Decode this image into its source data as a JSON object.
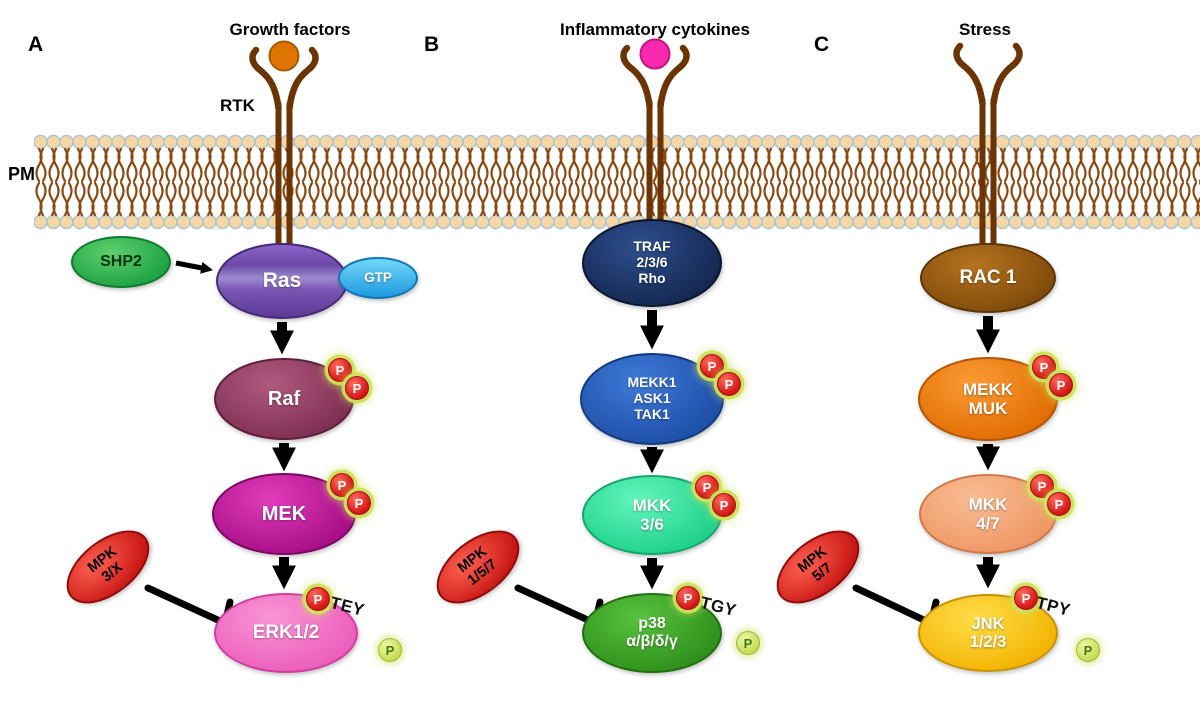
{
  "membrane_label": "PM",
  "p": "P",
  "icons": {
    "ligand_a": "orange-circle",
    "ligand_b": "pink-circle",
    "phosphate": "red-circle-P",
    "receptor": "y-shaped-receptor"
  },
  "colors": {
    "membrane_head": "#F6D7A4",
    "membrane_tail": "#8A4A12",
    "receptor": "#6D3403",
    "phosphate": "#D41515",
    "phosphate_glow": "#CDE05A",
    "inhibitor_red": "#C61310",
    "ras_purple": "#7A57B5",
    "gtp_blue": "#1E9ADE",
    "raf_maroon": "#7E2F52",
    "mek_magenta": "#A50D85",
    "erk_pink": "#EC5CBA",
    "traf_navy": "#13264E",
    "mekk1_blue": "#1C4DA5",
    "mkk36_green": "#1DD089",
    "p38_green": "#2E8F1A",
    "rac_brown": "#7E4A0A",
    "mekkmuk_orange": "#E06C00",
    "mkk47_salmon": "#EE9663",
    "jnk_yellow": "#F2B300",
    "shp2_green": "#1EA344"
  },
  "panels": [
    {
      "label": "A",
      "stimulus": "Growth factors",
      "receptor_label": "RTK",
      "shp2": "SHP2",
      "ras": "Ras",
      "gtp": "GTP",
      "map3k": [
        "Raf"
      ],
      "map2k": [
        "MEK"
      ],
      "mapk": [
        "ERK1/2"
      ],
      "motif": "TEY",
      "mpk": [
        "MPK",
        "3/X"
      ]
    },
    {
      "label": "B",
      "stimulus": "Inflammatory cytokines",
      "adapter": [
        "TRAF",
        "2/3/6",
        "Rho"
      ],
      "map3k": [
        "MEKK1",
        "ASK1",
        "TAK1"
      ],
      "map2k": [
        "MKK",
        "3/6"
      ],
      "mapk": [
        "p38",
        "α/β/δ/γ"
      ],
      "motif": "TGY",
      "mpk": [
        "MPK",
        "1/5/7"
      ]
    },
    {
      "label": "C",
      "stimulus": "Stress",
      "gtpase": "RAC 1",
      "map3k": [
        "MEKK",
        "MUK"
      ],
      "map2k": [
        "MKK",
        "4/7"
      ],
      "mapk": [
        "JNK",
        "1/2/3"
      ],
      "motif": "TPY",
      "mpk": [
        "MPK",
        "5/7"
      ]
    }
  ]
}
